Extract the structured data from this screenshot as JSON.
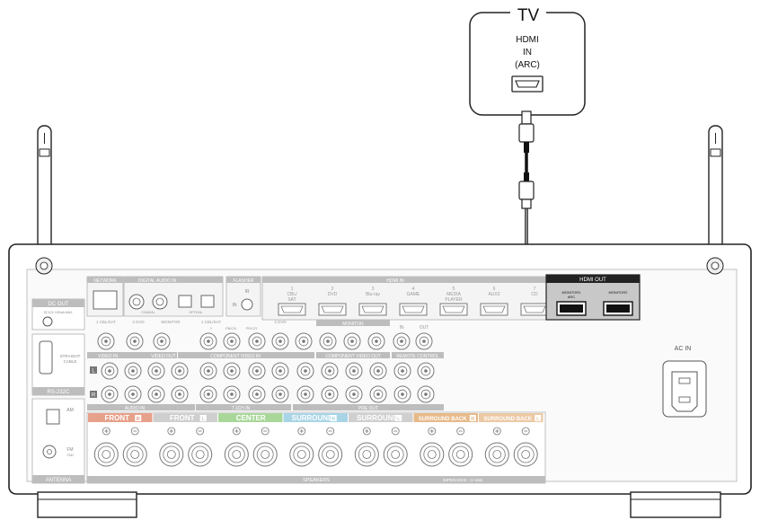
{
  "tv": {
    "title": "TV",
    "line1": "HDMI",
    "line2": "IN",
    "line3": "(ARC)"
  },
  "panel": {
    "network": "NETWORK",
    "digital_audio_in": "DIGITAL AUDIO IN",
    "flasher": "FLASHER",
    "ir": "IR",
    "in_label": "IN",
    "hdmi_in": "HDMI IN",
    "hdmi_out": "HDMI OUT",
    "monitor1": "MONITOR1",
    "arc": "ARC",
    "monitor2": "MONITOR2",
    "dc_out": "DC OUT",
    "dc_spec": "DC12V 150mA MAX.",
    "straight_cable": "STRAIGHT",
    "straight_cable2": "CABLE",
    "rs232c": "RS-232C",
    "am": "AM",
    "fm": "FM",
    "fm_ohm": "75Ω",
    "antenna": "ANTENNA",
    "coaxial": "COAXIAL",
    "optical": "OPTICAL",
    "monitor": "MONITOR",
    "video_in": "VIDEO IN",
    "video_out": "VIDEO OUT",
    "component_video_in": "COMPONENT VIDEO IN",
    "component_video_out": "COMPONENT VIDEO OUT",
    "remote_control": "REMOTE CONTROL",
    "remote_in": "IN",
    "remote_out": "OUT",
    "audio_in": "AUDIO IN",
    "ch7_in": "7.1CH IN",
    "pre_out": "PRE OUT",
    "ac_in": "AC IN",
    "speakers": "SPEAKERS",
    "impedance": "IMPEDANCE : 4~16Ω",
    "cbl_sat_1": "1 CBL/SAT",
    "dvd_2": "2 DVD",
    "monitor_lbl": "MONITOR",
    "cbl_sat_b": "1 CBL/SAT",
    "dvd_b": "2 DVD",
    "y": "Y",
    "pb": "PB/CB",
    "pr": "PR/CR",
    "l": "L",
    "r": "R"
  },
  "hdmi_inputs": [
    {
      "num": "1",
      "name": "CBL/",
      "name2": "SAT"
    },
    {
      "num": "2",
      "name": "DVD",
      "name2": ""
    },
    {
      "num": "3",
      "name": "Blu-ray",
      "name2": ""
    },
    {
      "num": "4",
      "name": "GAME",
      "name2": ""
    },
    {
      "num": "5",
      "name": "MEDIA",
      "name2": "PLAYER"
    },
    {
      "num": "6",
      "name": "AUX2",
      "name2": ""
    },
    {
      "num": "7",
      "name": "CD",
      "name2": ""
    }
  ],
  "speaker_groups": [
    {
      "label": "FRONT",
      "side": "R",
      "color": "#e7a08a"
    },
    {
      "label": "FRONT",
      "side": "L",
      "color": "#cfcfcf"
    },
    {
      "label": "CENTER",
      "side": "",
      "color": "#a9d79a"
    },
    {
      "label": "SURROUND",
      "side": "R",
      "color": "#a8d4e6"
    },
    {
      "label": "SURROUND",
      "side": "L",
      "color": "#cfcfcf"
    },
    {
      "label": "SURROUND BACK",
      "side": "R",
      "color": "#e7b98a"
    },
    {
      "label": "SURROUND BACK",
      "side": "L",
      "color": "#ecc9a4"
    }
  ],
  "colors": {
    "outline": "#222222",
    "panel_fill": "#f4f4f4",
    "label_box": "#bdbdbd",
    "hdmi_out_box": "#c8c8c8",
    "cable": "#111111"
  }
}
